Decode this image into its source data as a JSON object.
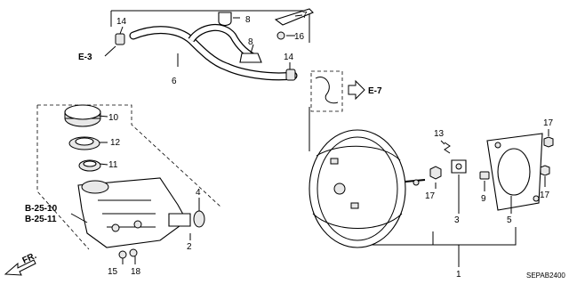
{
  "diagram": {
    "callouts": [
      {
        "id": "c1",
        "label": "1"
      },
      {
        "id": "c2",
        "label": "2"
      },
      {
        "id": "c3",
        "label": "3"
      },
      {
        "id": "c4",
        "label": "4"
      },
      {
        "id": "c5",
        "label": "5"
      },
      {
        "id": "c6",
        "label": "6"
      },
      {
        "id": "c7",
        "label": "7"
      },
      {
        "id": "c8a",
        "label": "8"
      },
      {
        "id": "c8b",
        "label": "8"
      },
      {
        "id": "c9",
        "label": "9"
      },
      {
        "id": "c10",
        "label": "10"
      },
      {
        "id": "c11",
        "label": "11"
      },
      {
        "id": "c12",
        "label": "12"
      },
      {
        "id": "c13",
        "label": "13"
      },
      {
        "id": "c14a",
        "label": "14"
      },
      {
        "id": "c14b",
        "label": "14"
      },
      {
        "id": "c15",
        "label": "15"
      },
      {
        "id": "c16",
        "label": "16"
      },
      {
        "id": "c17a",
        "label": "17"
      },
      {
        "id": "c17b",
        "label": "17"
      },
      {
        "id": "c17c",
        "label": "17"
      },
      {
        "id": "c18",
        "label": "18"
      }
    ],
    "section_refs": {
      "e3": "E-3",
      "e7": "E-7",
      "b2510": "B-25-10",
      "b2511": "B-25-11"
    },
    "direction_label": "FR.",
    "diagram_code": "SEPAB2400"
  }
}
